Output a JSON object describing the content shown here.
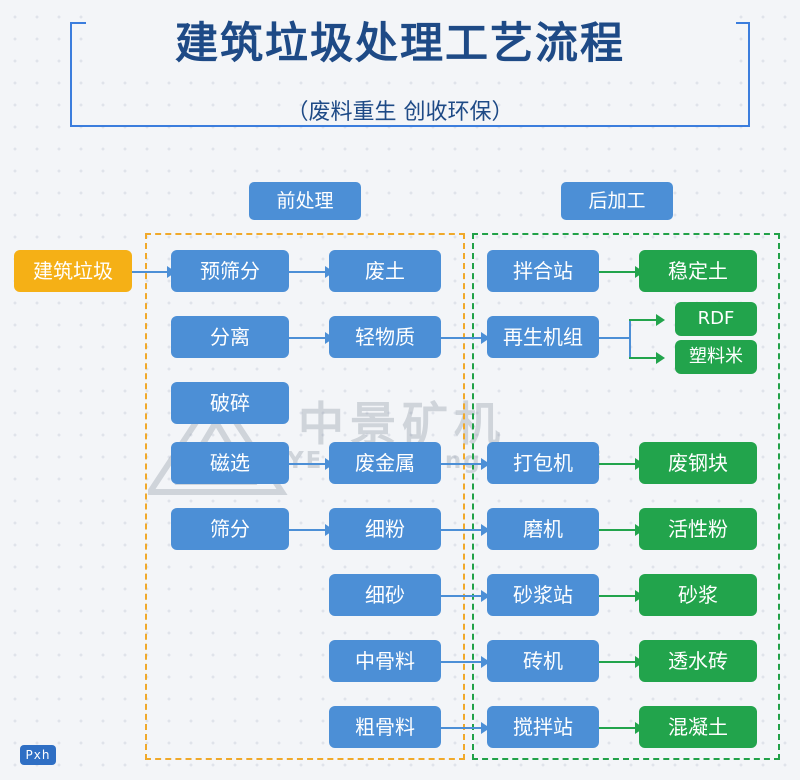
{
  "header": {
    "title": "建筑垃圾处理工艺流程",
    "subtitle": "（废料重生 创收环保）"
  },
  "watermark": {
    "line1": "中景矿机",
    "line2": "ZOONYE  Zhongjing Kuangji"
  },
  "corner": {
    "logo": "Pxh"
  },
  "groups": {
    "pre": {
      "label": "前处理",
      "color": "#f0a92b"
    },
    "post": {
      "label": "后加工",
      "color": "#21a148"
    }
  },
  "colors": {
    "blue": "#4c8fd6",
    "green": "#22a44c",
    "orange": "#f5b016",
    "title": "#1e4a86"
  },
  "nodes": {
    "source": "建筑垃圾",
    "col1": [
      "预筛分",
      "分离",
      "破碎",
      "磁选",
      "筛分"
    ],
    "col2": [
      "废土",
      "轻物质",
      "废金属",
      "细粉",
      "细砂",
      "中骨料",
      "粗骨料"
    ],
    "col3": [
      "拌合站",
      "再生机组",
      "打包机",
      "磨机",
      "砂浆站",
      "砖机",
      "搅拌站"
    ],
    "col4": [
      "稳定土",
      "RDF",
      "塑料米",
      "废钢块",
      "活性粉",
      "砂浆",
      "透水砖",
      "混凝土"
    ]
  }
}
